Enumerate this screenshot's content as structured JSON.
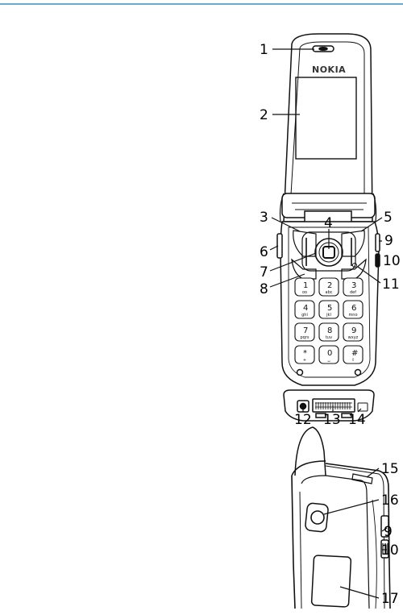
{
  "brand": "NOKIA",
  "callouts": [
    "1",
    "2",
    "3",
    "4",
    "5",
    "6",
    "7",
    "8",
    "9",
    "10",
    "11",
    "12",
    "13",
    "14",
    "15",
    "16",
    "9",
    "10",
    "17"
  ],
  "keypad": [
    {
      "num": "1",
      "letters": "oo"
    },
    {
      "num": "2",
      "letters": "abc"
    },
    {
      "num": "3",
      "letters": "def"
    },
    {
      "num": "4",
      "letters": "ghi"
    },
    {
      "num": "5",
      "letters": "jkl"
    },
    {
      "num": "6",
      "letters": "mno"
    },
    {
      "num": "7",
      "letters": "pqrs"
    },
    {
      "num": "8",
      "letters": "tuv"
    },
    {
      "num": "9",
      "letters": "wxyz"
    },
    {
      "num": "*",
      "letters": "+"
    },
    {
      "num": "0",
      "letters": "␣"
    },
    {
      "num": "#",
      "letters": "⇧"
    }
  ],
  "colors": {
    "rule": "#3a8fc0",
    "ink": "#111111",
    "fill": "#ffffff"
  }
}
